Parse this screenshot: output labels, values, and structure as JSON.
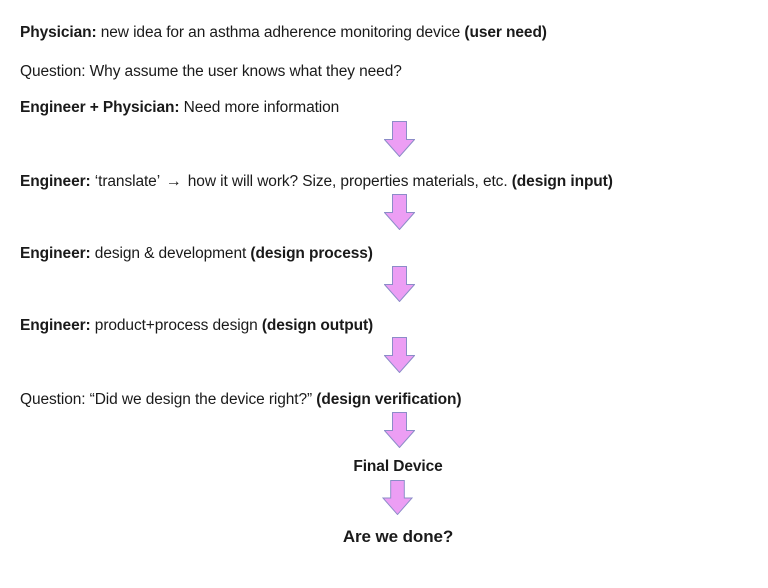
{
  "page": {
    "background": "#ffffff",
    "text_color": "#1a1a1a"
  },
  "arrow": {
    "name": "down-arrow",
    "fill": "#EC9EF4",
    "stroke": "#8C8CC8",
    "count": 6
  },
  "lines": {
    "user_need": {
      "segments": {
        "0": {
          "text": "Physician:",
          "bold": true
        },
        "1": {
          "text": " new idea for an asthma adherence monitoring device ",
          "bold": false
        },
        "2": {
          "text": "(user need)",
          "bold": true
        }
      }
    },
    "question1": {
      "segments": {
        "0": {
          "text": "Question: Why assume the user knows what they need?",
          "bold": false
        }
      }
    },
    "more_info": {
      "segments": {
        "0": {
          "text": "Engineer + Physician:",
          "bold": true
        },
        "1": {
          "text": " Need more information",
          "bold": false
        }
      }
    },
    "design_input": {
      "segments": {
        "0": {
          "text": "Engineer:",
          "bold": true
        },
        "1": {
          "text": " ‘translate’ ",
          "bold": false
        },
        "2": {
          "text": "→",
          "bold": true
        },
        "3": {
          "text": " how it will work? Size, properties materials, etc. ",
          "bold": false
        },
        "4": {
          "text": "(design input)",
          "bold": true
        }
      }
    },
    "design_process": {
      "segments": {
        "0": {
          "text": "Engineer:",
          "bold": true
        },
        "1": {
          "text": " design & development ",
          "bold": false
        },
        "2": {
          "text": "(design process)",
          "bold": true
        }
      }
    },
    "design_output": {
      "segments": {
        "0": {
          "text": "Engineer:",
          "bold": true
        },
        "1": {
          "text": " product+process design ",
          "bold": false
        },
        "2": {
          "text": "(design output)",
          "bold": true
        }
      }
    },
    "design_verification": {
      "segments": {
        "0": {
          "text": "Question: “Did we design the device right?” ",
          "bold": false
        },
        "1": {
          "text": "(design verification)",
          "bold": true
        }
      }
    },
    "final_device": {
      "segments": {
        "0": {
          "text": "Final Device",
          "bold": true
        }
      }
    },
    "are_we_done": {
      "segments": {
        "0": {
          "text": "Are we done?",
          "bold": true
        }
      }
    }
  }
}
